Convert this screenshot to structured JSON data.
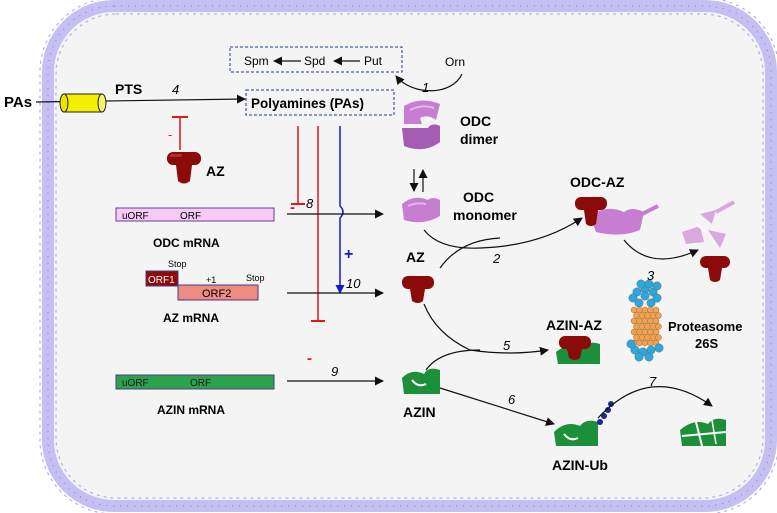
{
  "labels": {
    "spm": "Spm",
    "spd": "Spd",
    "put": "Put",
    "orn": "Orn",
    "pas_outside": "PAs",
    "pts": "PTS",
    "polyamines": "Polyamines (PAs)",
    "az_top": "AZ",
    "odc_dimer_1": "ODC",
    "odc_dimer_2": "dimer",
    "odc_monomer_1": "ODC",
    "odc_monomer_2": "monomer",
    "odc_az": "ODC-AZ",
    "az_mid": "AZ",
    "azin_az": "AZIN-AZ",
    "proteasome_1": "Proteasome",
    "proteasome_2": "26S",
    "azin": "AZIN",
    "azin_ub": "AZIN-Ub"
  },
  "mrna": {
    "odc": {
      "uorf": "uORF",
      "orf": "ORF",
      "name": "ODC mRNA"
    },
    "az": {
      "stop1": "Stop",
      "orf1": "ORF1",
      "frameshift": "+1",
      "stop2": "Stop",
      "orf2": "ORF2",
      "name": "AZ mRNA"
    },
    "azin": {
      "uorf": "uORF",
      "orf": "ORF",
      "name": "AZIN mRNA"
    }
  },
  "steps": {
    "s1": "1",
    "s2": "2",
    "s3": "3",
    "s4": "4",
    "s5": "5",
    "s6": "6",
    "s7": "7",
    "s8": "8",
    "s9": "9",
    "s10": "10"
  },
  "signs": {
    "minus_pts": "-",
    "minus_odc": "-",
    "plus_az": "+",
    "minus_azin": "-"
  },
  "colors": {
    "membrane": "#b5aef0",
    "membrane_stroke": "#8a82d8",
    "cell_fill": "#f4f4f4",
    "az_red": "#8b0a0a",
    "odc_pink": "#c77dd0",
    "azin_green": "#1c8f3a",
    "inhibit_red": "#e01818",
    "activate_blue": "#1818c8",
    "odc_mrna_fill": "#f7c9f5",
    "az_orf2_fill": "#ee8b82",
    "azin_mrna_fill": "#2ca24d",
    "proteasome_orange": "#f4a04e",
    "proteasome_blue": "#2aa8e4"
  }
}
